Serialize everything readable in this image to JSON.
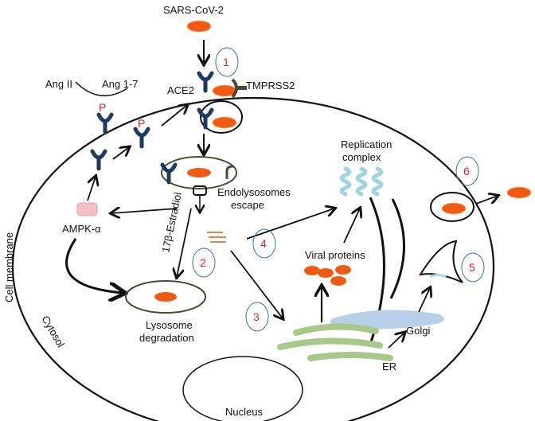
{
  "labels": {
    "virus": "SARS-CoV-2",
    "ang2": "Ang II",
    "ang17": "Ang 1-7",
    "ace2": "ACE2",
    "tmprss2": "TMPRSS2",
    "phospho": "P",
    "endo": "Endolysosomes",
    "escape": "escape",
    "estradiol": "17β-Estradiol",
    "ampk": "AMPK-α",
    "lysosome": "Lysosome",
    "degradation": "degradation",
    "replication": "Replication",
    "complex": "complex",
    "viral_proteins": "Viral proteins",
    "golgi": "Golgi",
    "er": "ER",
    "nucleus": "Nucleus",
    "membrane": "Cell membrane",
    "cytosol": "Cytosol"
  },
  "steps": [
    "1",
    "2",
    "3",
    "4",
    "5",
    "6"
  ],
  "colors": {
    "virus": "#f05a14",
    "receptor": "#1f3a5f",
    "tmprss": "#4a4a3a",
    "er": "#a8c98a",
    "golgi": "#b8cfe8",
    "ampk": "#f4c0c8",
    "step_circle": "#3a6fb0",
    "step_num": "#e0202a"
  }
}
